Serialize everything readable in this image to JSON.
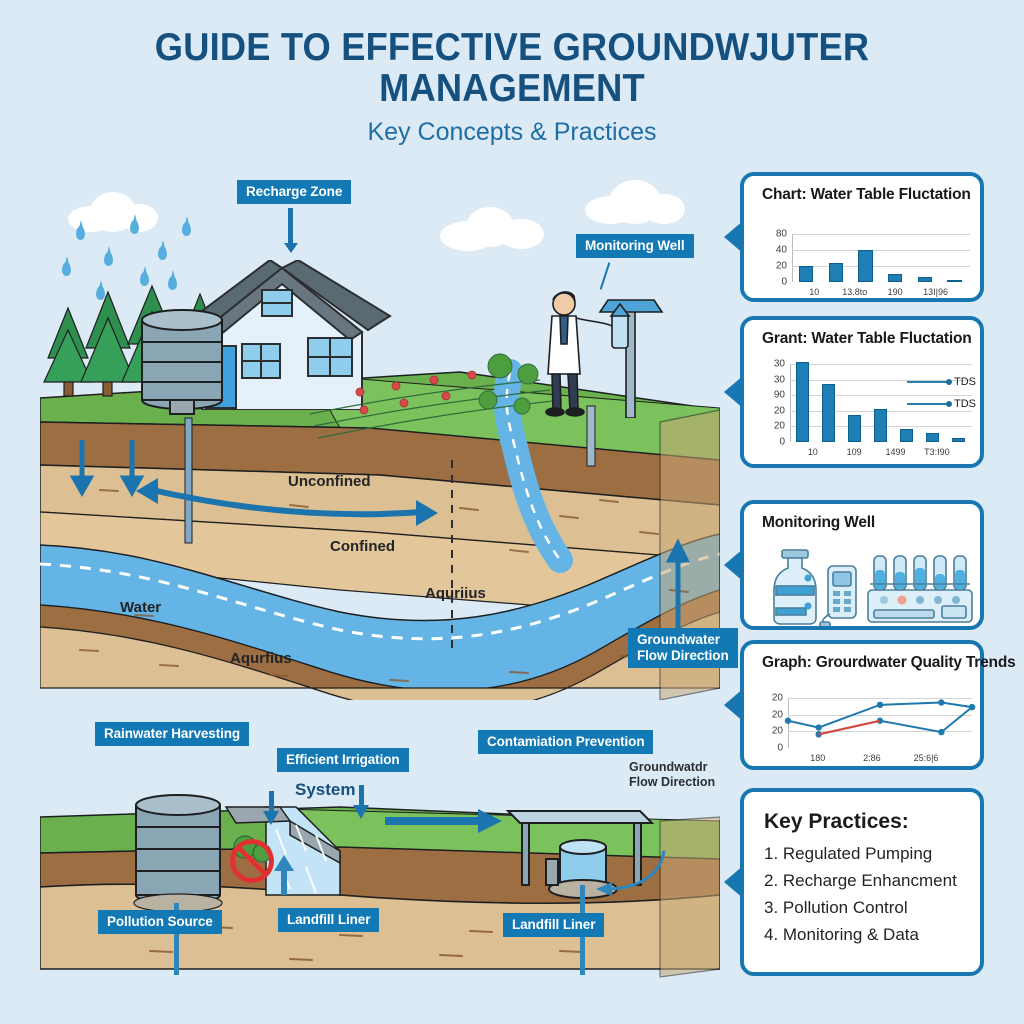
{
  "header": {
    "title": "GUIDE TO EFFECTIVE GROUNDWJUTER MANAGEMENT",
    "subtitle": "Key Concepts & Practices"
  },
  "colors": {
    "background": "#dceaf6",
    "brand_blue": "#1279b4",
    "panel_border": "#1877b0",
    "title_navy": "#15507f",
    "bar_blue": "#1e7fb5",
    "line_blue": "#1f79ad",
    "line_red": "#d94a3d",
    "soil_tan": "#d8b98c",
    "soil_brown": "#9e6e43",
    "water_blue": "#64b5e5",
    "grass_green": "#5aab43"
  },
  "diagram": {
    "top_scene": {
      "labels": [
        {
          "name": "recharge-zone",
          "text": "Recharge Zone"
        },
        {
          "name": "monitoring-well",
          "text": "Monitoring Well"
        },
        {
          "name": "groundwater-flow-direction",
          "line1": "Groundwater",
          "line2": "Flow Direction"
        }
      ],
      "strata_labels": [
        {
          "name": "unconfined",
          "text": "Unconfined"
        },
        {
          "name": "confined",
          "text": "Confined"
        },
        {
          "name": "water",
          "text": "Water"
        },
        {
          "name": "aquifer-lower",
          "text": "Aqurfius"
        },
        {
          "name": "aquifer-right",
          "text": "Aquriius"
        }
      ]
    },
    "bottom_scene": {
      "labels": [
        {
          "name": "rainwater-harvesting",
          "text": "Rainwater Harvesting"
        },
        {
          "name": "efficient-irrigation",
          "text": "Efficient Irrigation"
        },
        {
          "name": "efficient-irrigation-system",
          "text": "System"
        },
        {
          "name": "contamination-prevention",
          "text": "Contamiation Prevention"
        },
        {
          "name": "pollution-source",
          "text": "Pollution Source"
        },
        {
          "name": "landfill-liner-left",
          "text": "Landfill Liner"
        },
        {
          "name": "landfill-liner-right",
          "text": "Landfill Liner"
        }
      ],
      "flow_note": {
        "line1": "Groundwatdr",
        "line2": "Flow Direction"
      }
    }
  },
  "panels": [
    {
      "name": "panel-water-table-fluctuation-bar",
      "title": "Chart: Water Table Fluctation"
    },
    {
      "name": "panel-grant-water-table-fluctuation",
      "title": "Grant: Water Table Fluctation"
    },
    {
      "name": "panel-monitoring-well",
      "title": "Monitoring Well",
      "icons": [
        "sample-bottle-icon",
        "field-meter-icon",
        "test-tube-rack-icon"
      ]
    },
    {
      "name": "panel-groundwater-quality-trends",
      "title": "Graph: Grourdwater Quality Trends"
    }
  ],
  "key_practices": {
    "title": "Key Practices:",
    "items": [
      "1. Regulated Pumping",
      "2. Recharge Enhancment",
      "3. Pollution Control",
      "4. Monitoring & Data"
    ]
  },
  "chart_data": [
    {
      "type": "bar",
      "name": "water-table-fluctuation",
      "title": "Chart: Water Table Fluctation",
      "categories": [
        "10",
        "",
        "13.8to",
        "",
        "190",
        "13I|96"
      ],
      "tick_labels": [
        "10",
        "13.8to",
        "190",
        "13I|96"
      ],
      "values": [
        27,
        32,
        53,
        13,
        8,
        3
      ],
      "ylim": [
        0,
        80
      ],
      "yticks": [
        0,
        20,
        40,
        80
      ],
      "ytick_labels": [
        "0",
        "20",
        "40",
        "80"
      ],
      "xlabel": "",
      "ylabel": "",
      "grid": true,
      "legend": false
    },
    {
      "type": "bar",
      "name": "grant-water-table-fluctuation",
      "title": "Grant: Water Table Fluctation",
      "categories": [
        "10",
        "",
        "109",
        "",
        "1499",
        "T3:I90"
      ],
      "tick_labels": [
        "10",
        "109",
        "1499",
        "T3:I90"
      ],
      "values": [
        36,
        26,
        12,
        15,
        6,
        4,
        2
      ],
      "ylim": [
        0,
        35
      ],
      "yticks": [
        0,
        20,
        20,
        90,
        30,
        30
      ],
      "ytick_labels": [
        "0",
        "20",
        "20",
        "90",
        "30",
        "30"
      ],
      "xlabel": "",
      "ylabel": "",
      "grid": true,
      "legend": true,
      "legend_entries": [
        "TDS",
        "TDS"
      ],
      "legend_position": "right-middle"
    },
    {
      "type": "line",
      "name": "groundwater-quality-trends",
      "title": "Graph: Grourdwater Quality Trends",
      "x": [
        "",
        "180",
        "",
        "2:86",
        "",
        "25:6|6",
        ""
      ],
      "tick_labels": [
        "180",
        "2:86",
        "25:6|6"
      ],
      "series": [
        {
          "name": "series-upper",
          "color": "#1f79ad",
          "values": [
            12,
            9,
            null,
            19,
            null,
            20,
            18
          ]
        },
        {
          "name": "series-lower",
          "color": "#1f79ad",
          "values": [
            null,
            6,
            null,
            12,
            null,
            7,
            18
          ]
        },
        {
          "name": "series-red-segment",
          "color": "#d94a3d",
          "values": [
            null,
            6,
            null,
            12,
            null,
            null,
            null
          ]
        }
      ],
      "ylim": [
        0,
        22
      ],
      "yticks": [
        0,
        20,
        20,
        20
      ],
      "ytick_labels": [
        "0",
        "20",
        "20",
        "20"
      ],
      "grid": true,
      "legend": false
    }
  ]
}
